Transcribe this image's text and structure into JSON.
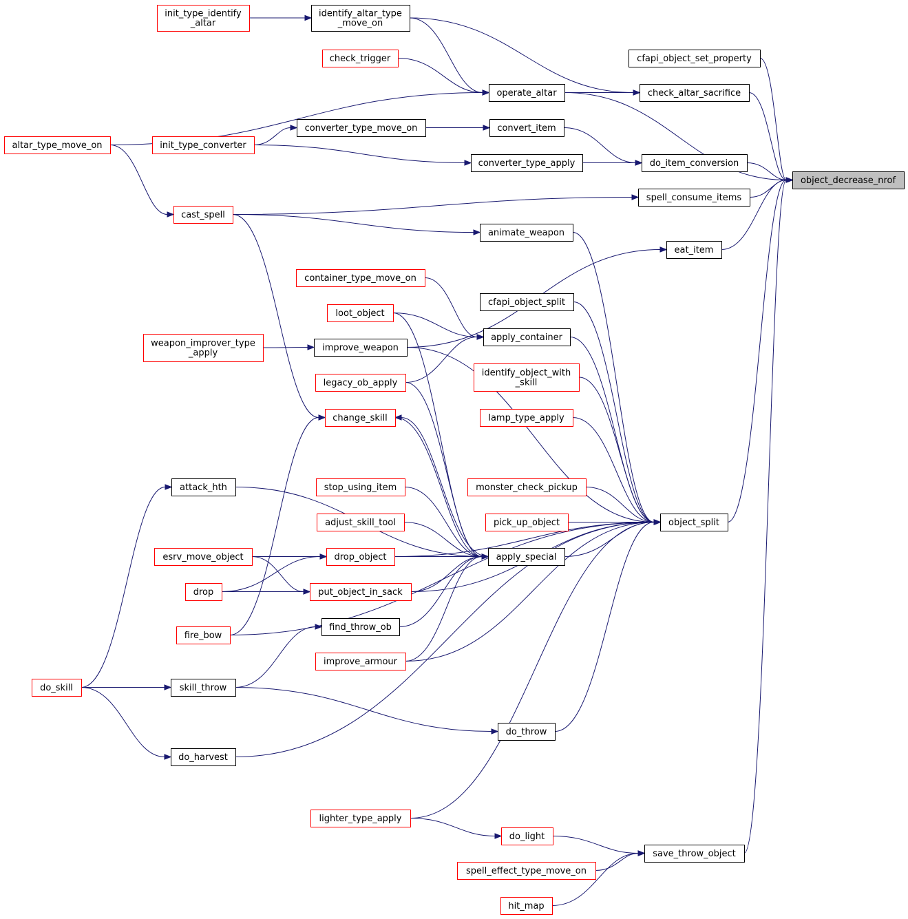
{
  "colors": {
    "edge": "#191970",
    "documented": "#000000",
    "undocumented": "#ff0000",
    "root_fill": "#bfbfbf"
  },
  "nodes": [
    {
      "id": "object_decrease_nrof",
      "lines": [
        "object_decrease_nrof"
      ],
      "kind": "root"
    },
    {
      "id": "cfapi_object_set_property",
      "lines": [
        "cfapi_object_set_property"
      ],
      "kind": "black"
    },
    {
      "id": "check_altar_sacrifice",
      "lines": [
        "check_altar_sacrifice"
      ],
      "kind": "black"
    },
    {
      "id": "operate_altar",
      "lines": [
        "operate_altar"
      ],
      "kind": "black"
    },
    {
      "id": "identify_altar_type_move_on",
      "lines": [
        "identify_altar_type",
        "_move_on"
      ],
      "kind": "black"
    },
    {
      "id": "init_type_identify_altar",
      "lines": [
        "init_type_identify",
        "_altar"
      ],
      "kind": "red"
    },
    {
      "id": "check_trigger",
      "lines": [
        "check_trigger"
      ],
      "kind": "red"
    },
    {
      "id": "altar_type_move_on",
      "lines": [
        "altar_type_move_on"
      ],
      "kind": "red"
    },
    {
      "id": "do_item_conversion",
      "lines": [
        "do_item_conversion"
      ],
      "kind": "black"
    },
    {
      "id": "convert_item",
      "lines": [
        "convert_item"
      ],
      "kind": "black"
    },
    {
      "id": "converter_type_move_on",
      "lines": [
        "converter_type_move_on"
      ],
      "kind": "black"
    },
    {
      "id": "init_type_converter",
      "lines": [
        "init_type_converter"
      ],
      "kind": "red"
    },
    {
      "id": "converter_type_apply",
      "lines": [
        "converter_type_apply"
      ],
      "kind": "black"
    },
    {
      "id": "spell_consume_items",
      "lines": [
        "spell_consume_items"
      ],
      "kind": "black"
    },
    {
      "id": "cast_spell",
      "lines": [
        "cast_spell"
      ],
      "kind": "red"
    },
    {
      "id": "eat_item",
      "lines": [
        "eat_item"
      ],
      "kind": "black"
    },
    {
      "id": "improve_weapon",
      "lines": [
        "improve_weapon"
      ],
      "kind": "black"
    },
    {
      "id": "weapon_improver_type_apply",
      "lines": [
        "weapon_improver_type",
        "_apply"
      ],
      "kind": "red"
    },
    {
      "id": "object_split",
      "lines": [
        "object_split"
      ],
      "kind": "black"
    },
    {
      "id": "animate_weapon",
      "lines": [
        "animate_weapon"
      ],
      "kind": "black"
    },
    {
      "id": "cfapi_object_split",
      "lines": [
        "cfapi_object_split"
      ],
      "kind": "black"
    },
    {
      "id": "apply_container",
      "lines": [
        "apply_container"
      ],
      "kind": "black"
    },
    {
      "id": "container_type_move_on",
      "lines": [
        "container_type_move_on"
      ],
      "kind": "red"
    },
    {
      "id": "loot_object",
      "lines": [
        "loot_object"
      ],
      "kind": "red"
    },
    {
      "id": "legacy_ob_apply",
      "lines": [
        "legacy_ob_apply"
      ],
      "kind": "red"
    },
    {
      "id": "identify_object_with_skill",
      "lines": [
        "identify_object_with",
        "_skill"
      ],
      "kind": "red"
    },
    {
      "id": "lamp_type_apply",
      "lines": [
        "lamp_type_apply"
      ],
      "kind": "red"
    },
    {
      "id": "change_skill",
      "lines": [
        "change_skill"
      ],
      "kind": "red"
    },
    {
      "id": "attack_hth",
      "lines": [
        "attack_hth"
      ],
      "kind": "black"
    },
    {
      "id": "monster_check_pickup",
      "lines": [
        "monster_check_pickup"
      ],
      "kind": "red"
    },
    {
      "id": "stop_using_item",
      "lines": [
        "stop_using_item"
      ],
      "kind": "red"
    },
    {
      "id": "pick_up_object",
      "lines": [
        "pick_up_object"
      ],
      "kind": "red"
    },
    {
      "id": "adjust_skill_tool",
      "lines": [
        "adjust_skill_tool"
      ],
      "kind": "red"
    },
    {
      "id": "apply_special",
      "lines": [
        "apply_special"
      ],
      "kind": "black"
    },
    {
      "id": "esrv_move_object",
      "lines": [
        "esrv_move_object"
      ],
      "kind": "red"
    },
    {
      "id": "drop_object",
      "lines": [
        "drop_object"
      ],
      "kind": "red"
    },
    {
      "id": "drop",
      "lines": [
        "drop"
      ],
      "kind": "red"
    },
    {
      "id": "put_object_in_sack",
      "lines": [
        "put_object_in_sack"
      ],
      "kind": "red"
    },
    {
      "id": "find_throw_ob",
      "lines": [
        "find_throw_ob"
      ],
      "kind": "black"
    },
    {
      "id": "fire_bow",
      "lines": [
        "fire_bow"
      ],
      "kind": "red"
    },
    {
      "id": "improve_armour",
      "lines": [
        "improve_armour"
      ],
      "kind": "red"
    },
    {
      "id": "do_skill",
      "lines": [
        "do_skill"
      ],
      "kind": "red"
    },
    {
      "id": "skill_throw",
      "lines": [
        "skill_throw"
      ],
      "kind": "black"
    },
    {
      "id": "do_throw",
      "lines": [
        "do_throw"
      ],
      "kind": "black"
    },
    {
      "id": "do_harvest",
      "lines": [
        "do_harvest"
      ],
      "kind": "black"
    },
    {
      "id": "lighter_type_apply",
      "lines": [
        "lighter_type_apply"
      ],
      "kind": "red"
    },
    {
      "id": "do_light",
      "lines": [
        "do_light"
      ],
      "kind": "red"
    },
    {
      "id": "save_throw_object",
      "lines": [
        "save_throw_object"
      ],
      "kind": "black"
    },
    {
      "id": "spell_effect_type_move_on",
      "lines": [
        "spell_effect_type_move_on"
      ],
      "kind": "red"
    },
    {
      "id": "hit_map",
      "lines": [
        "hit_map"
      ],
      "kind": "red"
    }
  ],
  "edges": [
    {
      "from": "cfapi_object_set_property",
      "to": "object_decrease_nrof"
    },
    {
      "from": "check_altar_sacrifice",
      "to": "object_decrease_nrof"
    },
    {
      "from": "operate_altar",
      "to": "object_decrease_nrof"
    },
    {
      "from": "do_item_conversion",
      "to": "object_decrease_nrof"
    },
    {
      "from": "spell_consume_items",
      "to": "object_decrease_nrof"
    },
    {
      "from": "eat_item",
      "to": "object_decrease_nrof"
    },
    {
      "from": "object_split",
      "to": "object_decrease_nrof"
    },
    {
      "from": "save_throw_object",
      "to": "object_decrease_nrof"
    },
    {
      "from": "identify_altar_type_move_on",
      "to": "check_altar_sacrifice"
    },
    {
      "from": "operate_altar",
      "to": "check_altar_sacrifice"
    },
    {
      "from": "init_type_identify_altar",
      "to": "identify_altar_type_move_on"
    },
    {
      "from": "identify_altar_type_move_on",
      "to": "operate_altar"
    },
    {
      "from": "check_trigger",
      "to": "operate_altar"
    },
    {
      "from": "altar_type_move_on",
      "to": "operate_altar"
    },
    {
      "from": "convert_item",
      "to": "do_item_conversion"
    },
    {
      "from": "converter_type_apply",
      "to": "do_item_conversion"
    },
    {
      "from": "converter_type_move_on",
      "to": "convert_item"
    },
    {
      "from": "init_type_converter",
      "to": "converter_type_move_on"
    },
    {
      "from": "init_type_converter",
      "to": "converter_type_apply"
    },
    {
      "from": "altar_type_move_on",
      "to": "cast_spell"
    },
    {
      "from": "cast_spell",
      "to": "spell_consume_items"
    },
    {
      "from": "cast_spell",
      "to": "animate_weapon"
    },
    {
      "from": "improve_weapon",
      "to": "eat_item"
    },
    {
      "from": "weapon_improver_type_apply",
      "to": "improve_weapon"
    },
    {
      "from": "cast_spell",
      "to": "change_skill"
    },
    {
      "from": "animate_weapon",
      "to": "object_split"
    },
    {
      "from": "cfapi_object_split",
      "to": "object_split"
    },
    {
      "from": "apply_container",
      "to": "object_split"
    },
    {
      "from": "identify_object_with_skill",
      "to": "object_split"
    },
    {
      "from": "lamp_type_apply",
      "to": "object_split"
    },
    {
      "from": "monster_check_pickup",
      "to": "object_split"
    },
    {
      "from": "pick_up_object",
      "to": "object_split"
    },
    {
      "from": "apply_special",
      "to": "object_split"
    },
    {
      "from": "improve_weapon",
      "to": "object_split"
    },
    {
      "from": "drop_object",
      "to": "object_split"
    },
    {
      "from": "put_object_in_sack",
      "to": "object_split"
    },
    {
      "from": "improve_armour",
      "to": "object_split"
    },
    {
      "from": "fire_bow",
      "to": "object_split"
    },
    {
      "from": "do_throw",
      "to": "object_split"
    },
    {
      "from": "do_harvest",
      "to": "object_split"
    },
    {
      "from": "lighter_type_apply",
      "to": "object_split"
    },
    {
      "from": "container_type_move_on",
      "to": "apply_container"
    },
    {
      "from": "loot_object",
      "to": "apply_container"
    },
    {
      "from": "loot_object",
      "to": "apply_special"
    },
    {
      "from": "legacy_ob_apply",
      "to": "apply_container"
    },
    {
      "from": "legacy_ob_apply",
      "to": "apply_special"
    },
    {
      "from": "change_skill",
      "to": "apply_special"
    },
    {
      "from": "apply_special",
      "to": "change_skill"
    },
    {
      "from": "attack_hth",
      "to": "apply_special"
    },
    {
      "from": "stop_using_item",
      "to": "apply_special"
    },
    {
      "from": "adjust_skill_tool",
      "to": "apply_special"
    },
    {
      "from": "drop_object",
      "to": "apply_special"
    },
    {
      "from": "put_object_in_sack",
      "to": "apply_special"
    },
    {
      "from": "find_throw_ob",
      "to": "apply_special"
    },
    {
      "from": "improve_armour",
      "to": "apply_special"
    },
    {
      "from": "esrv_move_object",
      "to": "drop_object"
    },
    {
      "from": "esrv_move_object",
      "to": "put_object_in_sack"
    },
    {
      "from": "drop",
      "to": "drop_object"
    },
    {
      "from": "drop",
      "to": "put_object_in_sack"
    },
    {
      "from": "fire_bow",
      "to": "change_skill"
    },
    {
      "from": "do_skill",
      "to": "attack_hth"
    },
    {
      "from": "do_skill",
      "to": "skill_throw"
    },
    {
      "from": "do_skill",
      "to": "do_harvest"
    },
    {
      "from": "skill_throw",
      "to": "find_throw_ob"
    },
    {
      "from": "skill_throw",
      "to": "do_throw"
    },
    {
      "from": "lighter_type_apply",
      "to": "do_light"
    },
    {
      "from": "do_light",
      "to": "save_throw_object"
    },
    {
      "from": "spell_effect_type_move_on",
      "to": "save_throw_object"
    },
    {
      "from": "hit_map",
      "to": "save_throw_object"
    }
  ]
}
